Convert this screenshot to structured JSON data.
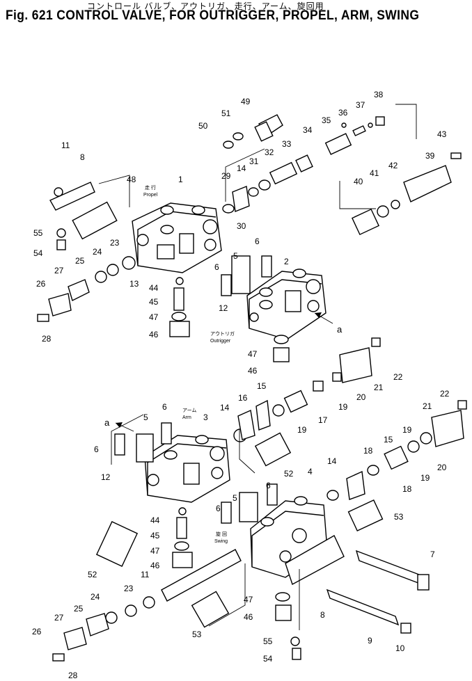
{
  "title_japanese": "コントロール バルブ、アウトリガ、走行、アーム、旋回用",
  "title_english": "Fig. 621 CONTROL VALVE, FOR OUTRIGGER, PROPEL, ARM, SWING",
  "section_labels": {
    "propel_jp": "走 行",
    "propel_en": "Propel",
    "outrigger_jp": "アウトリガ",
    "outrigger_en": "Outrigger",
    "arm_jp": "アーム",
    "arm_en": "Arm",
    "swing_jp": "旋 回",
    "swing_en": "Swing"
  },
  "view_marker": "a",
  "callouts": [
    "11",
    "8",
    "48",
    "1",
    "49",
    "50",
    "51",
    "38",
    "37",
    "36",
    "35",
    "34",
    "33",
    "32",
    "31",
    "14",
    "29",
    "30",
    "43",
    "39",
    "42",
    "41",
    "40",
    "55",
    "54",
    "23",
    "24",
    "25",
    "27",
    "26",
    "28",
    "13",
    "44",
    "45",
    "47",
    "46",
    "6",
    "5",
    "6",
    "2",
    "12",
    "a",
    "47",
    "46",
    "22",
    "21",
    "20",
    "15",
    "19",
    "17",
    "19",
    "16",
    "14",
    "a",
    "5",
    "6",
    "3",
    "6",
    "12",
    "52",
    "21",
    "22",
    "19",
    "15",
    "18",
    "20",
    "14",
    "19",
    "18",
    "53",
    "4",
    "6",
    "5",
    "6",
    "7",
    "44",
    "45",
    "47",
    "46",
    "52",
    "11",
    "23",
    "24",
    "25",
    "27",
    "26",
    "28",
    "53",
    "47",
    "46",
    "8",
    "9",
    "10",
    "55",
    "54"
  ]
}
